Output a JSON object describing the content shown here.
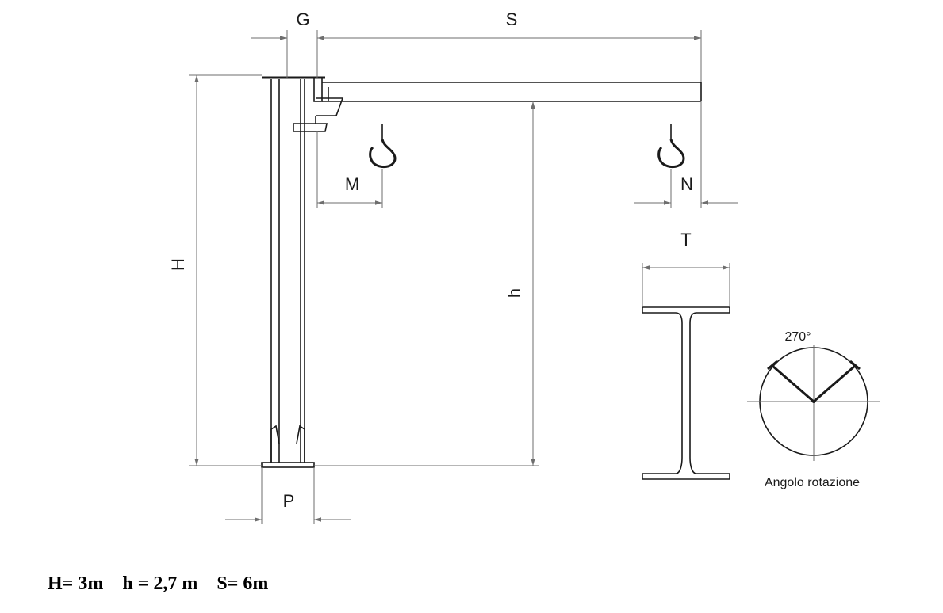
{
  "labels": {
    "G": "G",
    "S": "S",
    "M": "M",
    "N": "N",
    "H": "H",
    "h": "h",
    "T": "T",
    "P": "P"
  },
  "rotation": {
    "angle_label": "270°",
    "caption": "Angolo rotazione"
  },
  "specs": {
    "H": "H= 3m",
    "h": "h = 2,7 m",
    "S": "S= 6m"
  }
}
